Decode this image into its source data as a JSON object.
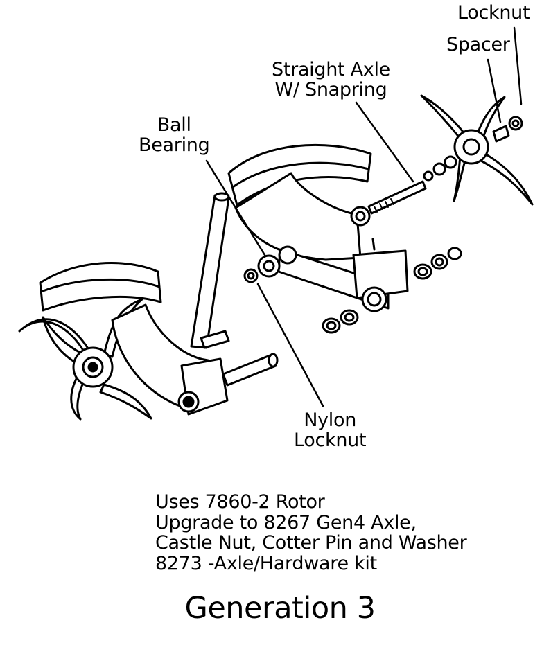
{
  "labels": {
    "outer_locknut": "Locknut",
    "spacer": "Spacer",
    "straight_axle": [
      "Straight Axle",
      "W/ Snapring"
    ],
    "ball_bearing": [
      "Ball",
      "Bearing"
    ],
    "nylon_locknut": [
      "Nylon",
      "Locknut"
    ]
  },
  "notes": [
    "Uses 7860-2 Rotor",
    "Upgrade to 8267 Gen4 Axle,",
    "Castle Nut,  Cotter Pin and Washer",
    "8273 -Axle/Hardware kit"
  ],
  "caption": "Generation 3"
}
